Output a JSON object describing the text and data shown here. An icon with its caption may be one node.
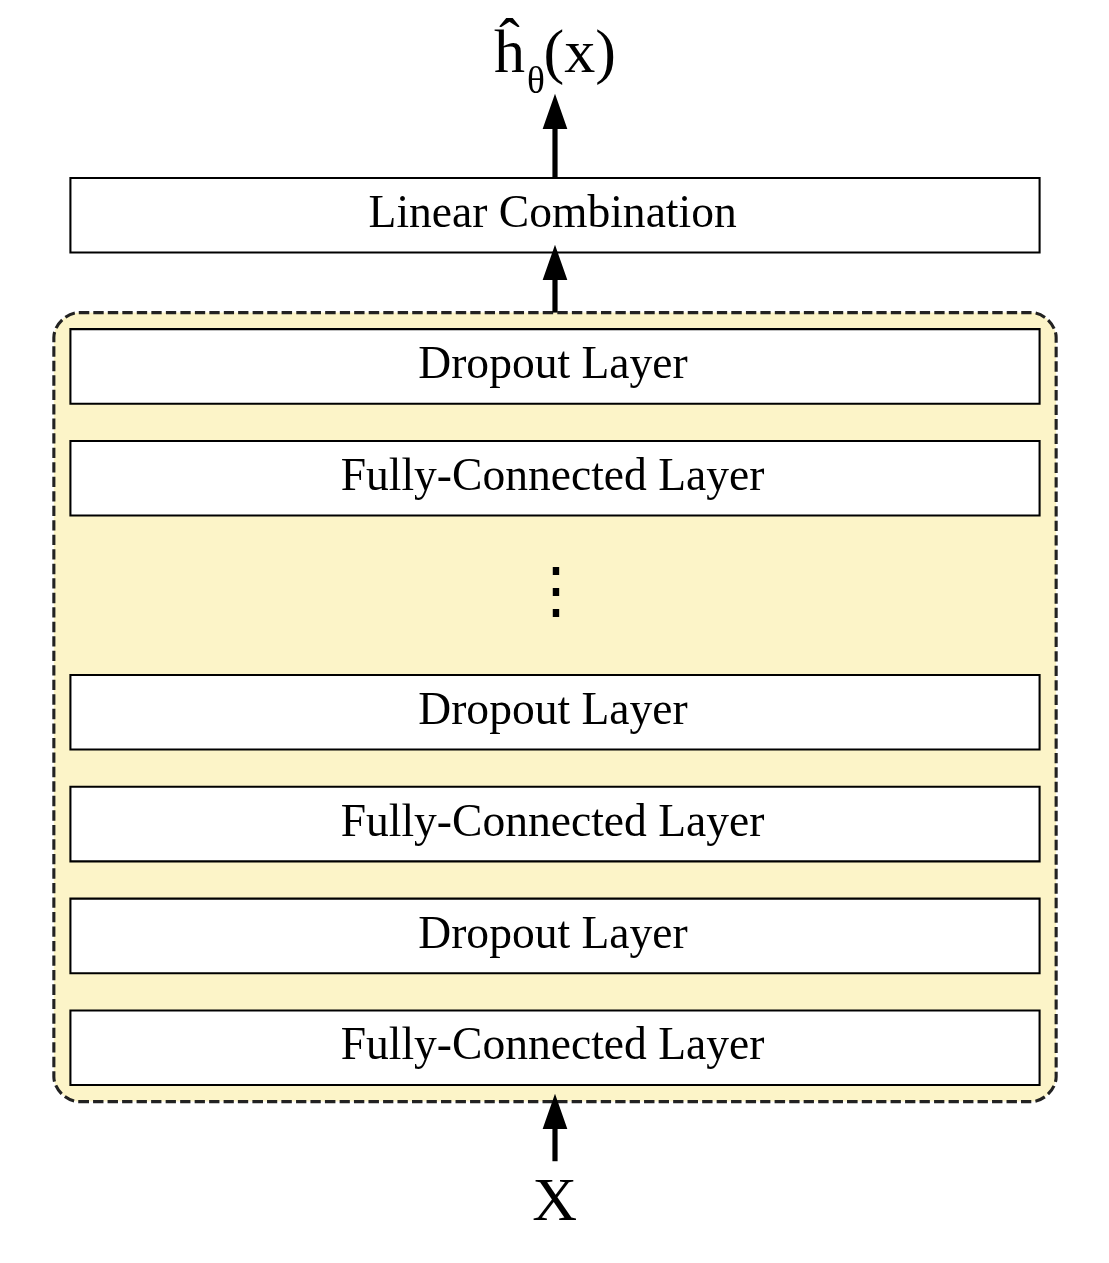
{
  "diagram": {
    "nodes": [
      {
        "text": [
          "ĥ$_{θ}$(x)"
        ]
      },
      {
        "text": [
          "Linear Combination"
        ]
      },
      {
        "text": [],
        "shape": "box"
      },
      {
        "text": [
          "Dropout Layer"
        ],
        "in": 2
      },
      {
        "text": [
          "Fully-Connected Layer"
        ],
        "in": 2
      },
      {
        "text": [
          "Dropout Layer"
        ],
        "in": 2
      },
      {
        "text": [
          "Fully-Connected Layer"
        ],
        "in": 2
      },
      {
        "text": [
          "Dropout Layer"
        ],
        "in": 2
      },
      {
        "text": [
          "Fully-Connected Layer"
        ],
        "in": 2
      },
      {
        "text": [
          "X"
        ]
      }
    ],
    "edges": [
      {
        "from": 9,
        "to": 2,
        "arrow": "to"
      },
      {
        "from": 2,
        "to": 1,
        "arrow": "to"
      },
      {
        "from": 1,
        "to": 0,
        "arrow": "to"
      }
    ],
    "labels": [
      "⋮"
    ]
  }
}
